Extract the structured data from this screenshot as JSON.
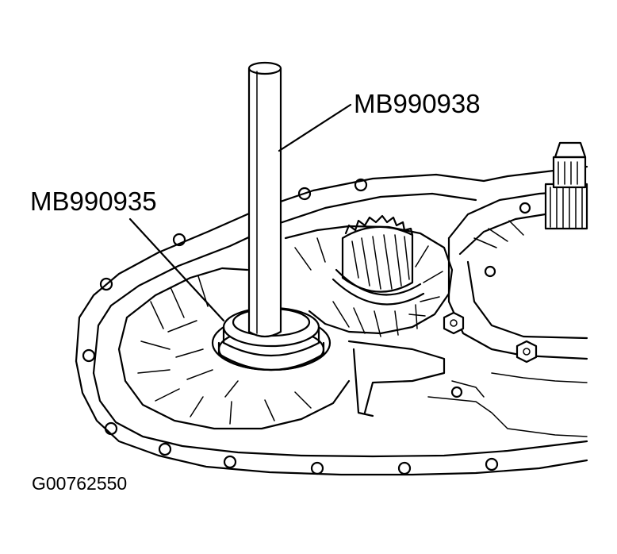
{
  "callouts": {
    "tool_upper": "MB990938",
    "tool_lower": "MB990935"
  },
  "figure_id": "G00762550"
}
